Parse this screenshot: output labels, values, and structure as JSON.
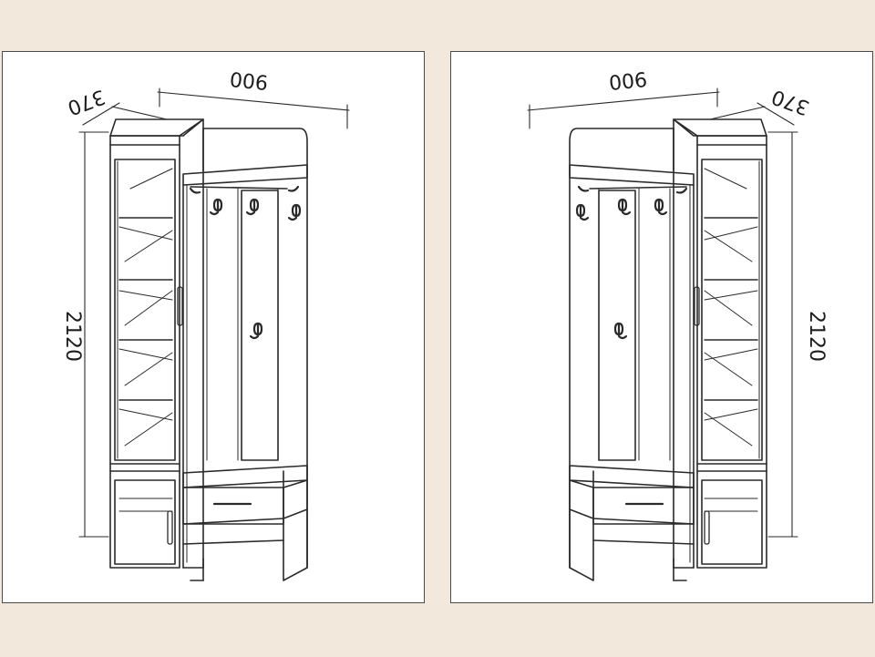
{
  "colors": {
    "background": "#f2e8dc",
    "panel": "#ffffff",
    "line": "#2a2a2a",
    "panel_border": "#4a4a4a"
  },
  "left_view": {
    "width_label": "900",
    "depth_label": "370",
    "height_label": "2120"
  },
  "right_view": {
    "width_label": "900",
    "depth_label": "370",
    "height_label": "2120"
  }
}
